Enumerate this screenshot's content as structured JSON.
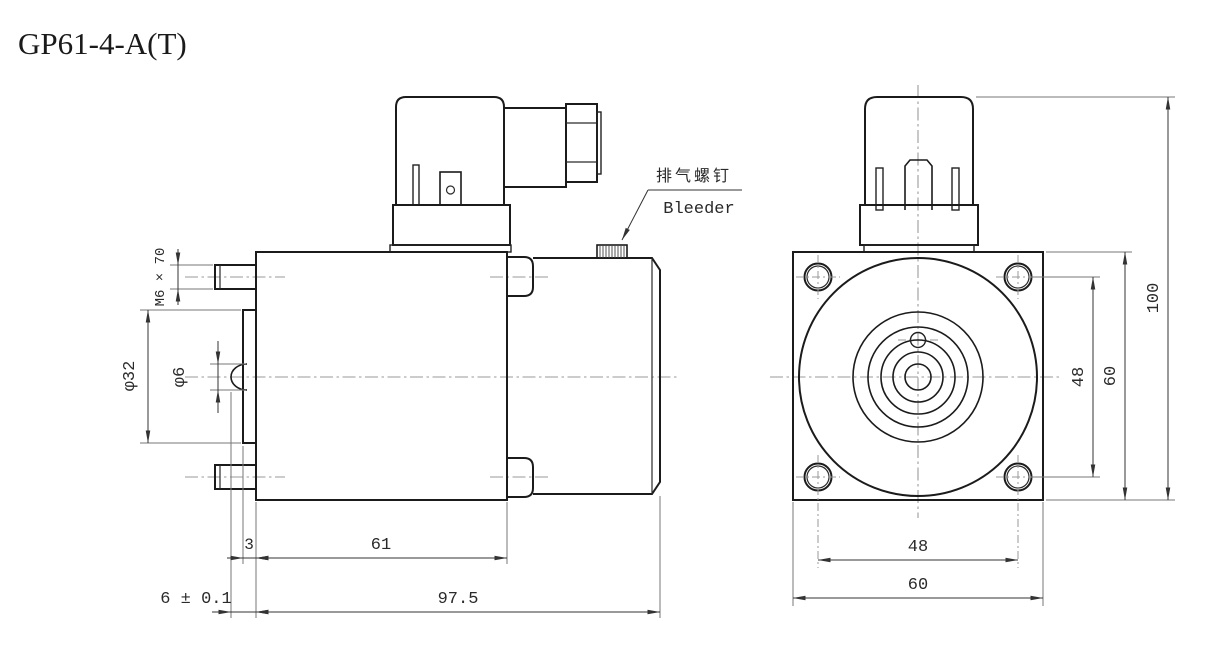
{
  "title": "GP61-4-A(T)",
  "side_view": {
    "dim_stud_thread": "M6 × 70",
    "dim_flange_diameter": "φ32",
    "dim_plunger_diameter": "φ6",
    "dim_flange_thickness": "3",
    "dim_body_length": "61",
    "dim_plunger_extension": "6 ± 0.1",
    "dim_overall_length": "97.5",
    "bleeder_label_zh": "排气螺钉",
    "bleeder_label_en": "Bleeder"
  },
  "front_view": {
    "dim_hole_spacing_vertical": "48",
    "dim_body_height": "60",
    "dim_overall_height": "100",
    "dim_hole_spacing_horizontal": "48",
    "dim_body_width": "60"
  }
}
